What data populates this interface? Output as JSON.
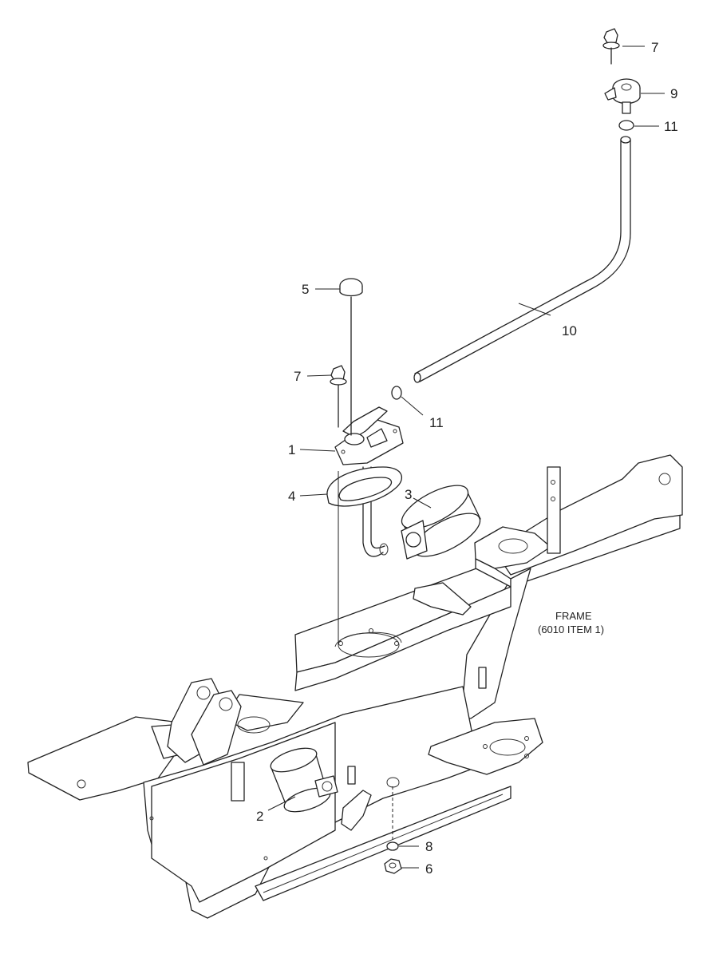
{
  "callouts": {
    "c1": "1",
    "c2": "2",
    "c3": "3",
    "c4": "4",
    "c5": "5",
    "c6": "6",
    "c7a": "7",
    "c7b": "7",
    "c8": "8",
    "c9": "9",
    "c10": "10",
    "c11a": "11",
    "c11b": "11"
  },
  "frame_note": {
    "line1": "FRAME",
    "line2": "(6010 ITEM 1)"
  }
}
